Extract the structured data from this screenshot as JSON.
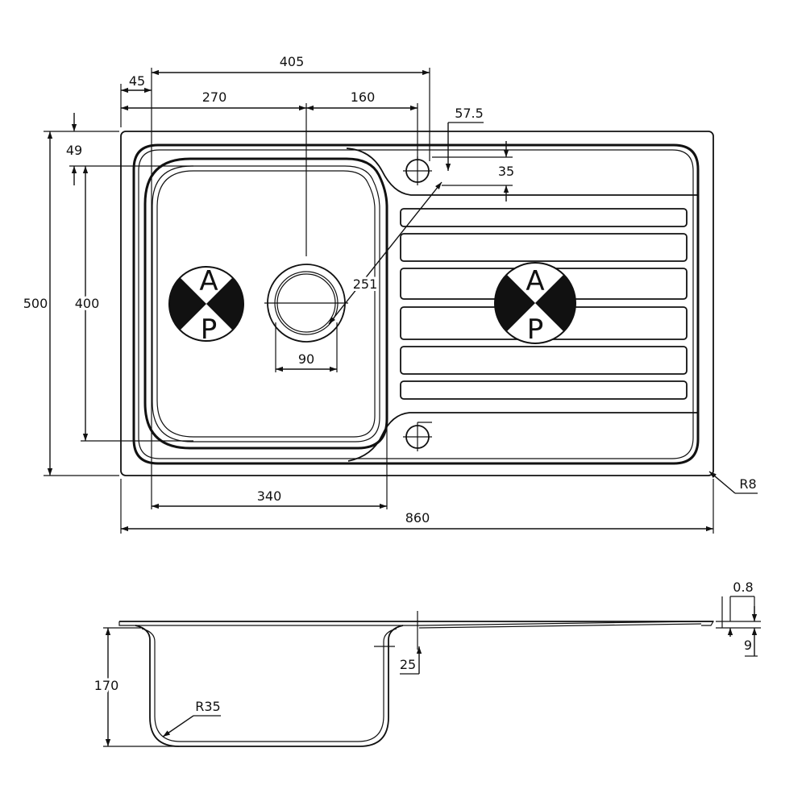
{
  "top_view": {
    "dims": {
      "d405": "405",
      "d45": "45",
      "d270": "270",
      "d160": "160",
      "d57_5": "57.5",
      "d35": "35",
      "d49": "49",
      "d500": "500",
      "d400": "400",
      "d251": "251",
      "d90": "90",
      "d340": "340",
      "d860": "860",
      "r8": "R8"
    },
    "ap_marks": [
      "A",
      "P"
    ]
  },
  "side_view": {
    "dims": {
      "d0_8": "0.8",
      "d9": "9",
      "d25": "25",
      "d170": "170",
      "r35": "R35"
    }
  }
}
